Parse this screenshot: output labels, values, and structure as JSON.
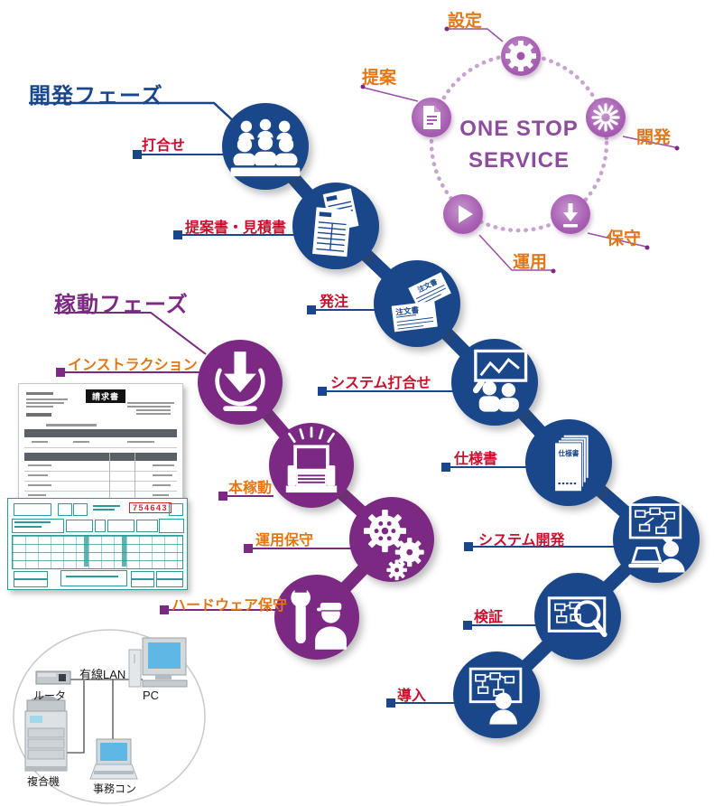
{
  "one_stop": {
    "title_line1": "ONE STOP",
    "title_line2": "SERVICE",
    "satellites": [
      {
        "label": "設定",
        "icon": "gear-icon"
      },
      {
        "label": "提案",
        "icon": "document-icon"
      },
      {
        "label": "開発",
        "icon": "burst-icon"
      },
      {
        "label": "保守",
        "icon": "download-icon"
      },
      {
        "label": "運用",
        "icon": "play-icon"
      }
    ]
  },
  "dev_phase": {
    "title": "開発フェーズ",
    "steps": [
      {
        "label": "打合せ",
        "icon": "meeting-icon"
      },
      {
        "label": "提案書・見積書",
        "icon": "documents-icon"
      },
      {
        "label": "発注",
        "icon": "order-forms-icon",
        "doc_label": "注文書"
      },
      {
        "label": "システム打合せ",
        "icon": "presentation-meeting-icon"
      },
      {
        "label": "仕様書",
        "icon": "spec-stack-icon",
        "doc_label": "仕様書"
      },
      {
        "label": "システム開発",
        "icon": "developer-icon"
      },
      {
        "label": "検証",
        "icon": "magnifier-flowchart-icon"
      },
      {
        "label": "導入",
        "icon": "presenter-board-icon"
      }
    ]
  },
  "ops_phase": {
    "title": "稼動フェーズ",
    "steps": [
      {
        "label": "インストラクション",
        "icon": "install-icon"
      },
      {
        "label": "本稼動",
        "icon": "machine-icon"
      },
      {
        "label": "運用保守",
        "icon": "gears-icon"
      },
      {
        "label": "ハードウェア保守",
        "icon": "wrench-person-icon"
      }
    ]
  },
  "documents": {
    "invoice_title": "請求書",
    "form_number": "754643"
  },
  "network": {
    "router_label": "ルータ",
    "lan_label": "有線LAN",
    "pc_label": "PC",
    "copier_label": "複合機",
    "office_computer_label": "事務コン"
  },
  "colors": {
    "navy": "#1A468A",
    "deep_purple": "#7B2982",
    "ring_purple": "#9A4EA6",
    "red_label": "#C8102E",
    "orange_label": "#E07819",
    "screen_blue": "#5FB7E5",
    "form_teal": "#2E9A96"
  }
}
